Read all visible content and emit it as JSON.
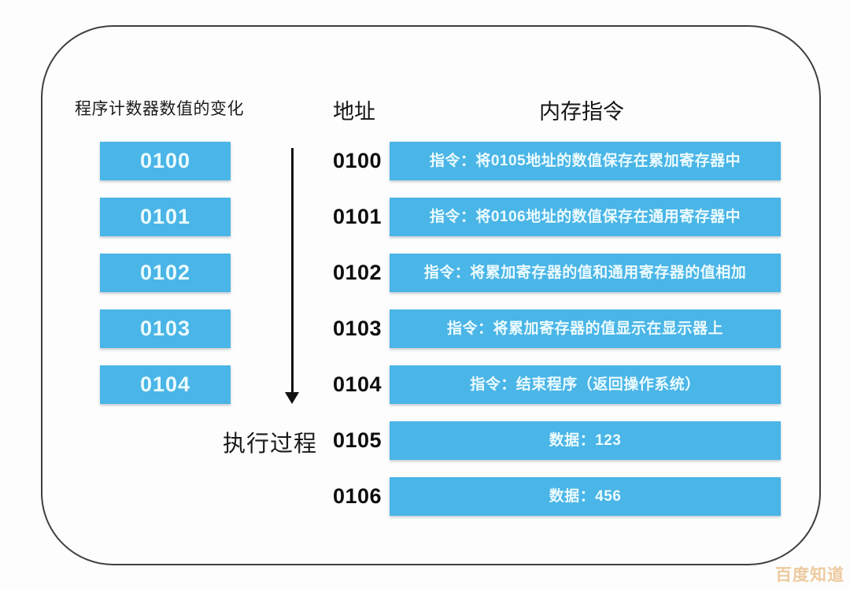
{
  "left_panel": {
    "title": "程序计数器数值的变化",
    "boxes": [
      "0100",
      "0101",
      "0102",
      "0103",
      "0104"
    ],
    "arrow_label": "执行过程"
  },
  "memory_table": {
    "address_header": "地址",
    "instruction_header": "内存指令",
    "rows": [
      {
        "address": "0100",
        "content": "指令：将0105地址的数值保存在累加寄存器中"
      },
      {
        "address": "0101",
        "content": "指令：将0106地址的数值保存在通用寄存器中"
      },
      {
        "address": "0102",
        "content": "指令：将累加寄存器的值和通用寄存器的值相加"
      },
      {
        "address": "0103",
        "content": "指令：将累加寄存器的值显示在显示器上"
      },
      {
        "address": "0104",
        "content": "指令：结束程序（返回操作系统）"
      },
      {
        "address": "0105",
        "content": "数据：123"
      },
      {
        "address": "0106",
        "content": "数据：456"
      }
    ]
  },
  "watermark": "百度知道",
  "colors": {
    "box_blue": "#4ab5e7",
    "box_text": "#ecfbff",
    "frame_border": "#3f3f3f",
    "watermark": "#eeca9f"
  }
}
